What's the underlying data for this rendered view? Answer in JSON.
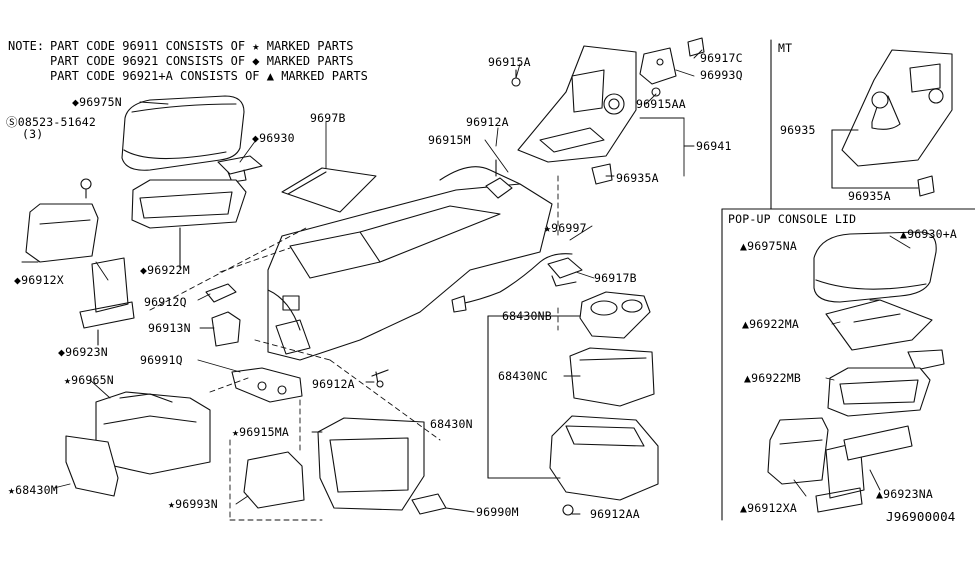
{
  "notes": {
    "prefix": "NOTE:",
    "line1": "PART CODE 96911 CONSISTS OF ★ MARKED PARTS",
    "line2": "PART CODE 96921 CONSISTS OF ◆ MARKED PARTS",
    "line3": "PART CODE 96921+A CONSISTS OF ▲ MARKED PARTS"
  },
  "section_headers": {
    "mt": "MT",
    "popup": "POP-UP CONSOLE LID"
  },
  "diagram_code": "J96900004",
  "labels": {
    "p96975N": "◆96975N",
    "p08523": "Ⓢ08523-51642",
    "p08523_qty": "(3)",
    "p96930": "◆96930",
    "p9697B": "9697B",
    "p96915M": "96915M",
    "p96912A_top": "96912A",
    "p96915A": "96915A",
    "p96917C": "96917C",
    "p96993Q": "96993Q",
    "p96915AA": "96915AA",
    "p96941": "96941",
    "p96935A": "96935A",
    "p96997": "★96997",
    "p96917B": "96917B",
    "p96912X": "◆96912X",
    "p96922M": "◆96922M",
    "p96912Q": "96912Q",
    "p96913N": "96913N",
    "p96923N": "◆96923N",
    "p96991Q": "96991Q",
    "p96912A_mid": "96912A",
    "p96965N": "★96965N",
    "p68430M": "★68430M",
    "p96915MA": "★96915MA",
    "p96993N": "★96993N",
    "p96990M": "96990M",
    "p68430NB": "68430NB",
    "p68430NC": "68430NC",
    "p68430N": "68430N",
    "p96912AA": "96912AA",
    "mt_96935": "96935",
    "mt_96935A": "96935A",
    "pu_96975NA": "▲96975NA",
    "pu_96930A": "▲96930+A",
    "pu_96922MA": "▲96922MA",
    "pu_96922MB": "▲96922MB",
    "pu_96912XA": "▲96912XA",
    "pu_96923NA": "▲96923NA"
  }
}
